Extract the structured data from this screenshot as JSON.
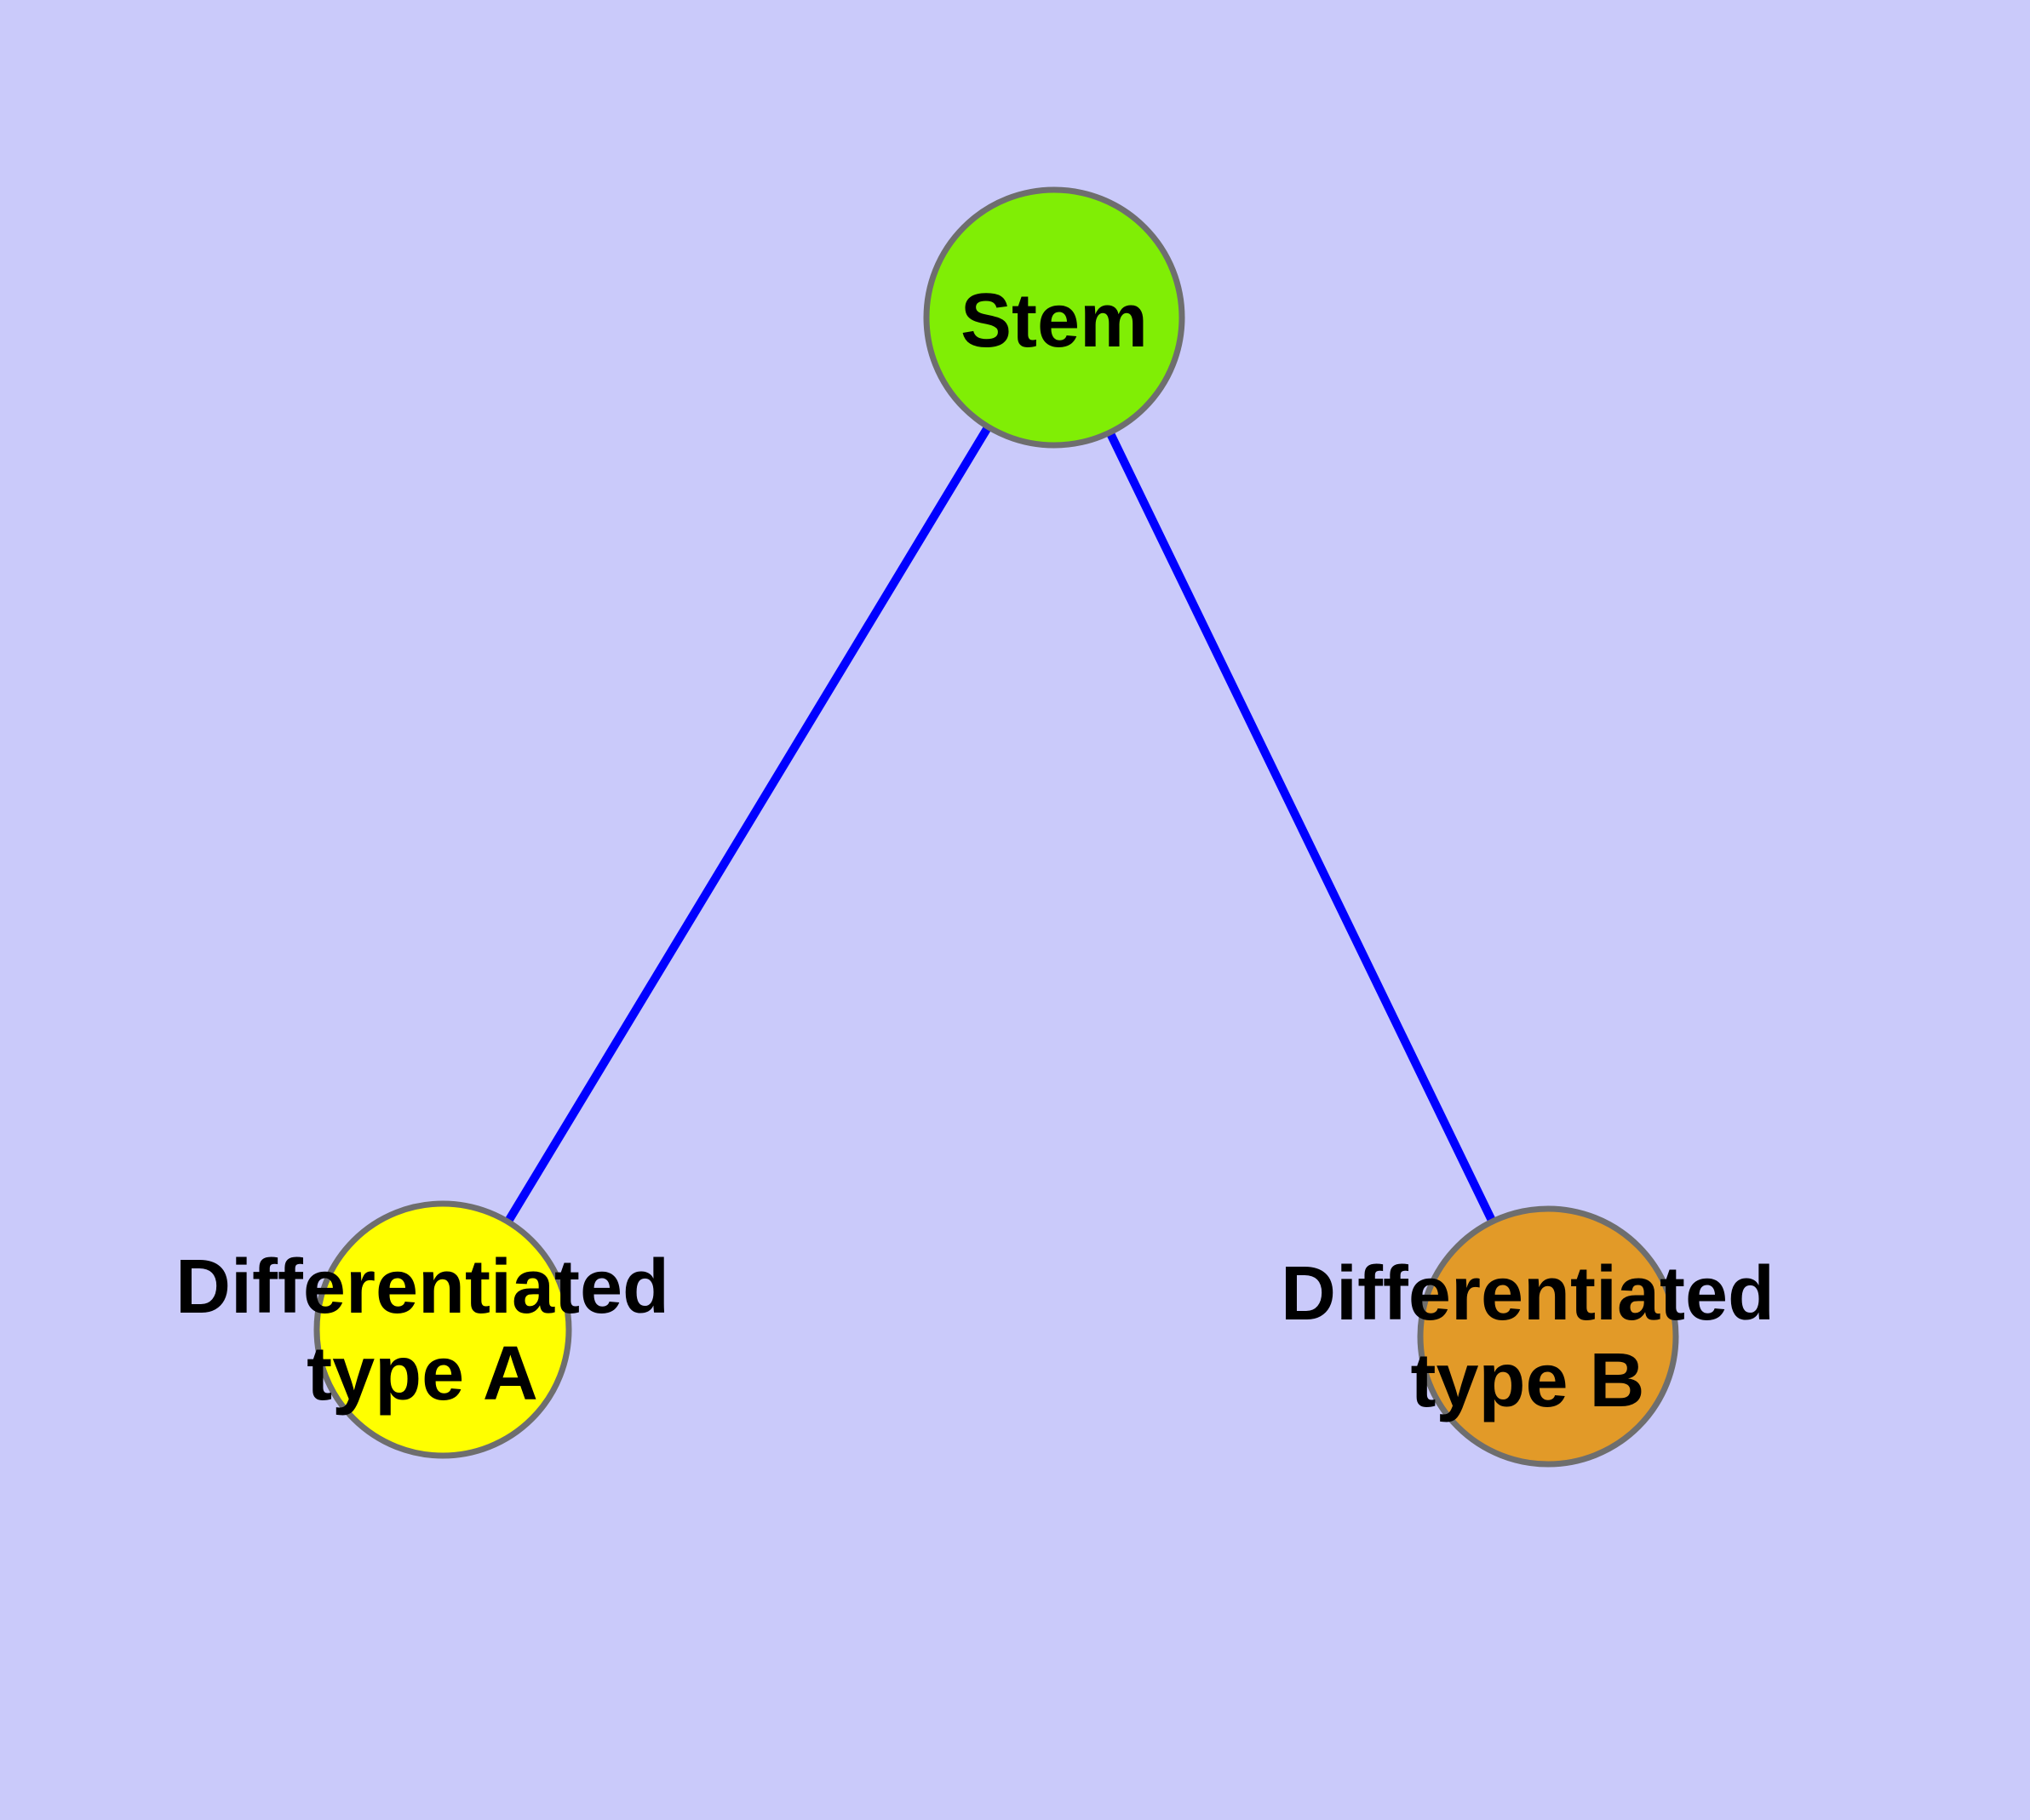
{
  "diagram": {
    "type": "graph",
    "background_color": "#CACAFA",
    "node_border_color": "#6E6E6E",
    "edge_color": "#0000FF",
    "label_color": "#000000",
    "nodes": {
      "stem": {
        "label": "Stem",
        "fill": "#80EE05"
      },
      "type_a": {
        "label_line1": "Differentiated",
        "label_line2": "type A",
        "fill": "#FFFF00"
      },
      "type_b": {
        "label_line1": "Differentiated",
        "label_line2": "type B",
        "fill": "#E29A28"
      }
    },
    "edges": [
      {
        "from": "Stem",
        "to": "Differentiated type A"
      },
      {
        "from": "Stem",
        "to": "Differentiated type B"
      }
    ]
  }
}
